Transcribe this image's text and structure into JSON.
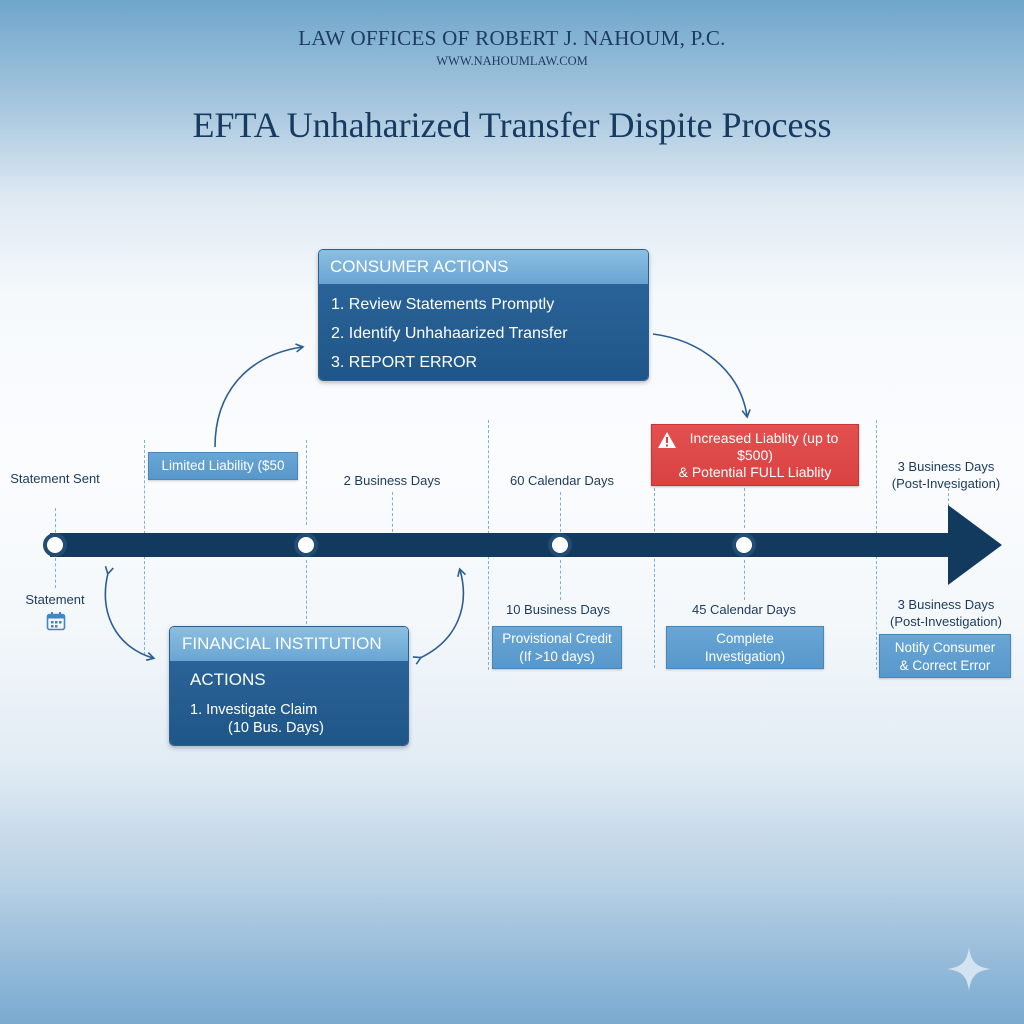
{
  "header": {
    "firm_name": "LAW OFFICES OF ROBERT J. NAHOUM, P.C.",
    "website": "WWW.NAHOUMLAW.COM",
    "title": "EFTA Unhaharized Transfer Dispite Process"
  },
  "colors": {
    "timeline": "#123a5e",
    "panel_dark": "#22598b",
    "panel_light": "#7db5dd",
    "box_blue": "#5f9fd0",
    "warning_red": "#de4848",
    "text_dark": "#1c3a5e"
  },
  "consumer_actions": {
    "heading": "CONSUMER ACTIONS",
    "items": [
      "1. Review Statements Promptly",
      "2. Identify Unhahaarized Transfer",
      "3. REPORT ERROR"
    ]
  },
  "financial_institution": {
    "heading": "FINANCIAL INSTITUTION",
    "subheading": "ACTIONS",
    "item_line1": "1. Investigate Claim",
    "item_line2": "(10 Bus. Days)"
  },
  "timeline": {
    "top": {
      "statement_sent": "Statement Sent",
      "limited_liability": "Limited Liability ($50",
      "two_business_days": "2 Business Days",
      "sixty_calendar_days": "60 Calendar Days",
      "increased_liability_line1": "Increased Liablity (up to",
      "increased_liability_line2": "$500)",
      "increased_liability_line3": "& Potential FULL Liablity",
      "three_business_days_line1": "3 Business Days",
      "three_business_days_line2": "(Post-Invesigation)"
    },
    "bottom": {
      "statement": "Statement",
      "ten_business_days": "10 Business Days",
      "provisional_credit_line1": "Provistional Credit",
      "provisional_credit_line2": "(If >10 days)",
      "forty_five_calendar_days": "45 Calendar Days",
      "complete_investigation_line1": "Complete",
      "complete_investigation_line2": "Investigation)",
      "three_business_days_line1": "3 Business Days",
      "three_business_days_line2": "(Post-Investigation)",
      "notify_line1": "Notify Consumer",
      "notify_line2": "& Correct Error"
    },
    "icons": {
      "warning": "warning-triangle-icon",
      "calendar": "calendar-icon",
      "sparkle": "sparkle-icon"
    }
  }
}
